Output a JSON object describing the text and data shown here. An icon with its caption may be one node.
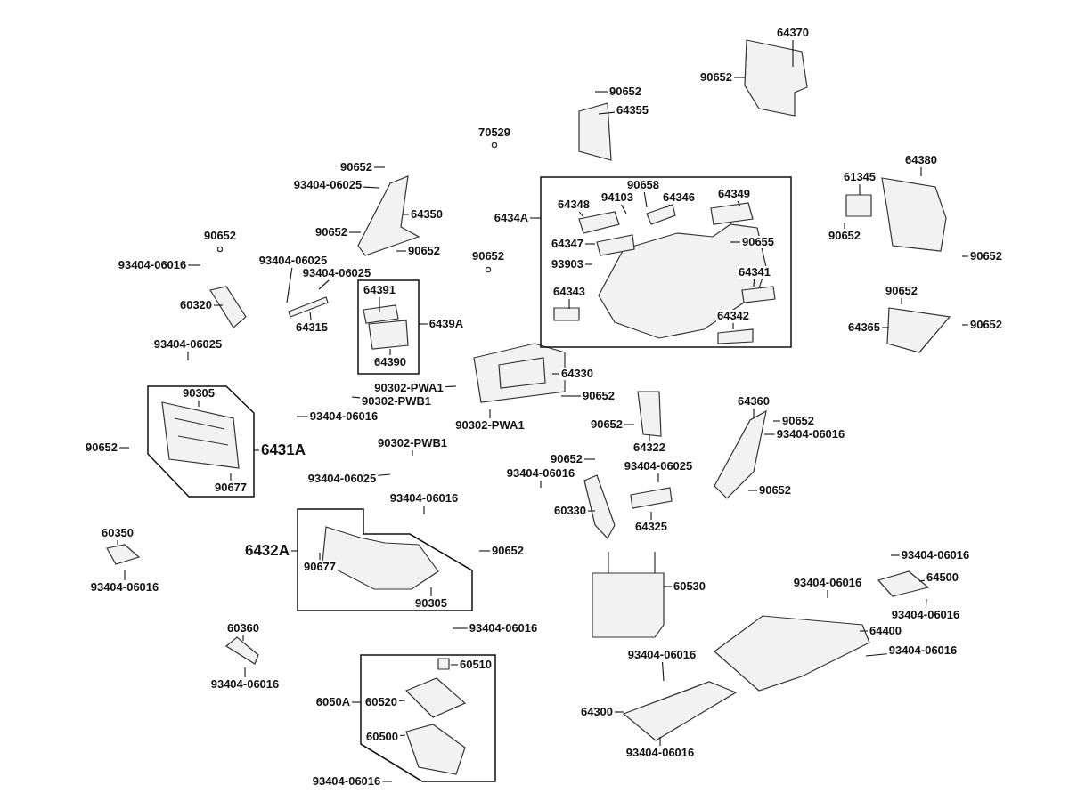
{
  "diagram": {
    "nodes": [
      {
        "text": [],
        "shape": "box"
      },
      {
        "text": [],
        "shape": "box"
      },
      {
        "text": [],
        "shape": "box"
      },
      {
        "text": [],
        "shape": "box"
      },
      {
        "text": [],
        "shape": "box"
      },
      {
        "text": [
          "64370"
        ]
      },
      {
        "text": [
          "90652"
        ]
      },
      {
        "text": [
          "90652"
        ]
      },
      {
        "text": [
          "64355"
        ]
      },
      {
        "text": [
          "90652"
        ]
      },
      {
        "text": [
          "93404-06025"
        ]
      },
      {
        "text": [
          "64350"
        ]
      },
      {
        "text": [
          "90652"
        ]
      },
      {
        "text": [
          "90652"
        ]
      },
      {
        "text": [
          "93404-06016"
        ]
      },
      {
        "text": [
          "60320"
        ]
      },
      {
        "text": [
          "93404-06025"
        ]
      },
      {
        "text": [
          "93404-06025"
        ]
      },
      {
        "text": [
          "64315"
        ]
      },
      {
        "text": [
          "64391"
        ],
        "in": 1
      },
      {
        "text": [
          "6439A"
        ]
      },
      {
        "text": [
          "64390"
        ],
        "in": 1
      },
      {
        "text": [
          "6434A"
        ]
      },
      {
        "text": [
          "90658"
        ],
        "in": 0
      },
      {
        "text": [
          "64348"
        ],
        "in": 0
      },
      {
        "text": [
          "94103"
        ],
        "in": 0
      },
      {
        "text": [
          "64346"
        ],
        "in": 0
      },
      {
        "text": [
          "64349"
        ],
        "in": 0
      },
      {
        "text": [
          "64347"
        ],
        "in": 0
      },
      {
        "text": [
          "90655"
        ],
        "in": 0
      },
      {
        "text": [
          "93903"
        ],
        "in": 0
      },
      {
        "text": [
          "64343"
        ],
        "in": 0
      },
      {
        "text": [
          "64341"
        ],
        "in": 0
      },
      {
        "text": [
          "64342"
        ],
        "in": 0
      },
      {
        "text": [
          "61345"
        ]
      },
      {
        "text": [
          "64380"
        ]
      },
      {
        "text": [
          "90652"
        ]
      },
      {
        "text": [
          "90652"
        ]
      },
      {
        "text": [
          "90652"
        ]
      },
      {
        "text": [
          "90652"
        ]
      },
      {
        "text": [
          "64365"
        ]
      },
      {
        "text": [
          "93404-06025"
        ]
      },
      {
        "text": [
          "90302-PWA1"
        ]
      },
      {
        "text": [
          "90302-PWB1"
        ]
      },
      {
        "text": [
          "93404-06016"
        ]
      },
      {
        "text": [
          "64330"
        ]
      },
      {
        "text": [
          "90652"
        ]
      },
      {
        "text": [
          "90302-PWA1"
        ]
      },
      {
        "text": [
          "90305"
        ],
        "in": 2
      },
      {
        "text": [
          "90677"
        ],
        "in": 2
      },
      {
        "text": [
          "90652"
        ]
      },
      {
        "text": [
          "6431A"
        ]
      },
      {
        "text": [
          "90652"
        ]
      },
      {
        "text": [
          "64322"
        ]
      },
      {
        "text": [
          "90302-PWB1"
        ]
      },
      {
        "text": [
          "93404-06025"
        ]
      },
      {
        "text": [
          "93404-06016"
        ]
      },
      {
        "text": [
          "93404-06016"
        ]
      },
      {
        "text": [
          "90652"
        ]
      },
      {
        "text": [
          "93404-06025"
        ]
      },
      {
        "text": [
          "60330"
        ]
      },
      {
        "text": [
          "64325"
        ]
      },
      {
        "text": [
          "64360"
        ]
      },
      {
        "text": [
          "90652"
        ]
      },
      {
        "text": [
          "93404-06016"
        ]
      },
      {
        "text": [
          "90652"
        ]
      },
      {
        "text": [
          "6432A"
        ]
      },
      {
        "text": [
          "90677"
        ],
        "in": 3
      },
      {
        "text": [
          "90305"
        ],
        "in": 3
      },
      {
        "text": [
          "90652"
        ]
      },
      {
        "text": [
          "60350"
        ]
      },
      {
        "text": [
          "93404-06016"
        ]
      },
      {
        "text": [
          "60530"
        ]
      },
      {
        "text": [
          "93404-06016"
        ]
      },
      {
        "text": [
          "64500"
        ]
      },
      {
        "text": [
          "93404-06016"
        ]
      },
      {
        "text": [
          "93404-06016"
        ]
      },
      {
        "text": [
          "64400"
        ]
      },
      {
        "text": [
          "93404-06016"
        ]
      },
      {
        "text": [
          "60360"
        ]
      },
      {
        "text": [
          "93404-06016"
        ]
      },
      {
        "text": [
          "93404-06016"
        ]
      },
      {
        "text": [
          "60510"
        ],
        "in": 4
      },
      {
        "text": [
          "6050A"
        ]
      },
      {
        "text": [
          "60520"
        ],
        "in": 4
      },
      {
        "text": [
          "60500"
        ],
        "in": 4
      },
      {
        "text": [
          "93404-06016"
        ]
      },
      {
        "text": [
          "64300"
        ]
      },
      {
        "text": [
          "93404-06016"
        ]
      },
      {
        "text": [
          "93404-06016"
        ]
      },
      {
        "text": [
          "70529"
        ]
      },
      {
        "text": [
          "90652"
        ]
      },
      {
        "text": [
          "90652"
        ]
      }
    ],
    "edges": [
      {
        "from": 5,
        "to": null,
        "arrow": "none"
      },
      {
        "from": 6,
        "to": null,
        "arrow": "none"
      },
      {
        "from": 7,
        "to": null,
        "arrow": "none"
      },
      {
        "from": 8,
        "to": null,
        "arrow": "none"
      },
      {
        "from": 9,
        "to": null,
        "arrow": "none"
      },
      {
        "from": 10,
        "to": null,
        "arrow": "none"
      },
      {
        "from": 11,
        "to": null,
        "arrow": "none"
      },
      {
        "from": 12,
        "to": null,
        "arrow": "none"
      },
      {
        "from": 13,
        "to": null,
        "arrow": "none"
      },
      {
        "from": 14,
        "to": null,
        "arrow": "none"
      },
      {
        "from": 15,
        "to": null,
        "arrow": "none"
      },
      {
        "from": 16,
        "to": null,
        "arrow": "none"
      },
      {
        "from": 17,
        "to": null,
        "arrow": "none"
      },
      {
        "from": 18,
        "to": null,
        "arrow": "none"
      },
      {
        "from": 19,
        "to": null,
        "arrow": "none"
      },
      {
        "from": 20,
        "to": 1,
        "arrow": "none"
      },
      {
        "from": 21,
        "to": null,
        "arrow": "none"
      },
      {
        "from": 22,
        "to": 0,
        "arrow": "none"
      },
      {
        "from": 23,
        "to": null,
        "arrow": "none"
      },
      {
        "from": 24,
        "to": null,
        "arrow": "none"
      },
      {
        "from": 25,
        "to": null,
        "arrow": "none"
      },
      {
        "from": 26,
        "to": null,
        "arrow": "none"
      },
      {
        "from": 27,
        "to": null,
        "arrow": "none"
      },
      {
        "from": 28,
        "to": null,
        "arrow": "none"
      },
      {
        "from": 29,
        "to": null,
        "arrow": "none"
      },
      {
        "from": 30,
        "to": null,
        "arrow": "none"
      },
      {
        "from": 31,
        "to": null,
        "arrow": "none"
      },
      {
        "from": 32,
        "to": null,
        "arrow": "none"
      },
      {
        "from": 33,
        "to": null,
        "arrow": "none"
      },
      {
        "from": 34,
        "to": null,
        "arrow": "none"
      },
      {
        "from": 35,
        "to": null,
        "arrow": "none"
      },
      {
        "from": 36,
        "to": null,
        "arrow": "none"
      },
      {
        "from": 37,
        "to": null,
        "arrow": "none"
      },
      {
        "from": 38,
        "to": null,
        "arrow": "none"
      },
      {
        "from": 39,
        "to": null,
        "arrow": "none"
      },
      {
        "from": 40,
        "to": null,
        "arrow": "none"
      },
      {
        "from": 41,
        "to": null,
        "arrow": "none"
      },
      {
        "from": 42,
        "to": null,
        "arrow": "none"
      },
      {
        "from": 43,
        "to": null,
        "arrow": "none"
      },
      {
        "from": 44,
        "to": null,
        "arrow": "none"
      },
      {
        "from": 45,
        "to": null,
        "arrow": "none"
      },
      {
        "from": 46,
        "to": null,
        "arrow": "none"
      },
      {
        "from": 47,
        "to": null,
        "arrow": "none"
      },
      {
        "from": 48,
        "to": null,
        "arrow": "none"
      },
      {
        "from": 49,
        "to": null,
        "arrow": "none"
      },
      {
        "from": 50,
        "to": null,
        "arrow": "none"
      },
      {
        "from": 51,
        "to": 2,
        "arrow": "none"
      },
      {
        "from": 52,
        "to": null,
        "arrow": "none"
      },
      {
        "from": 53,
        "to": null,
        "arrow": "none"
      },
      {
        "from": 54,
        "to": null,
        "arrow": "none"
      },
      {
        "from": 55,
        "to": null,
        "arrow": "none"
      },
      {
        "from": 56,
        "to": null,
        "arrow": "none"
      },
      {
        "from": 57,
        "to": null,
        "arrow": "none"
      },
      {
        "from": 58,
        "to": null,
        "arrow": "none"
      },
      {
        "from": 59,
        "to": null,
        "arrow": "none"
      },
      {
        "from": 60,
        "to": null,
        "arrow": "none"
      },
      {
        "from": 61,
        "to": null,
        "arrow": "none"
      },
      {
        "from": 62,
        "to": null,
        "arrow": "none"
      },
      {
        "from": 63,
        "to": null,
        "arrow": "none"
      },
      {
        "from": 64,
        "to": null,
        "arrow": "none"
      },
      {
        "from": 65,
        "to": null,
        "arrow": "none"
      },
      {
        "from": 66,
        "to": 3,
        "arrow": "none"
      },
      {
        "from": 67,
        "to": null,
        "arrow": "none"
      },
      {
        "from": 68,
        "to": null,
        "arrow": "none"
      },
      {
        "from": 69,
        "to": null,
        "arrow": "none"
      },
      {
        "from": 70,
        "to": null,
        "arrow": "none"
      },
      {
        "from": 71,
        "to": null,
        "arrow": "none"
      },
      {
        "from": 72,
        "to": null,
        "arrow": "none"
      },
      {
        "from": 73,
        "to": null,
        "arrow": "none"
      },
      {
        "from": 74,
        "to": null,
        "arrow": "none"
      },
      {
        "from": 75,
        "to": null,
        "arrow": "none"
      },
      {
        "from": 76,
        "to": null,
        "arrow": "none"
      },
      {
        "from": 77,
        "to": null,
        "arrow": "none"
      },
      {
        "from": 78,
        "to": null,
        "arrow": "none"
      },
      {
        "from": 79,
        "to": null,
        "arrow": "none"
      },
      {
        "from": 80,
        "to": null,
        "arrow": "none"
      },
      {
        "from": 81,
        "to": null,
        "arrow": "none"
      },
      {
        "from": 82,
        "to": null,
        "arrow": "none"
      },
      {
        "from": 83,
        "to": 4,
        "arrow": "none"
      },
      {
        "from": 84,
        "to": null,
        "arrow": "none"
      },
      {
        "from": 85,
        "to": null,
        "arrow": "none"
      },
      {
        "from": 86,
        "to": null,
        "arrow": "none"
      },
      {
        "from": 87,
        "to": null,
        "arrow": "none"
      },
      {
        "from": 88,
        "to": null,
        "arrow": "none"
      },
      {
        "from": 89,
        "to": null,
        "arrow": "none"
      }
    ]
  }
}
